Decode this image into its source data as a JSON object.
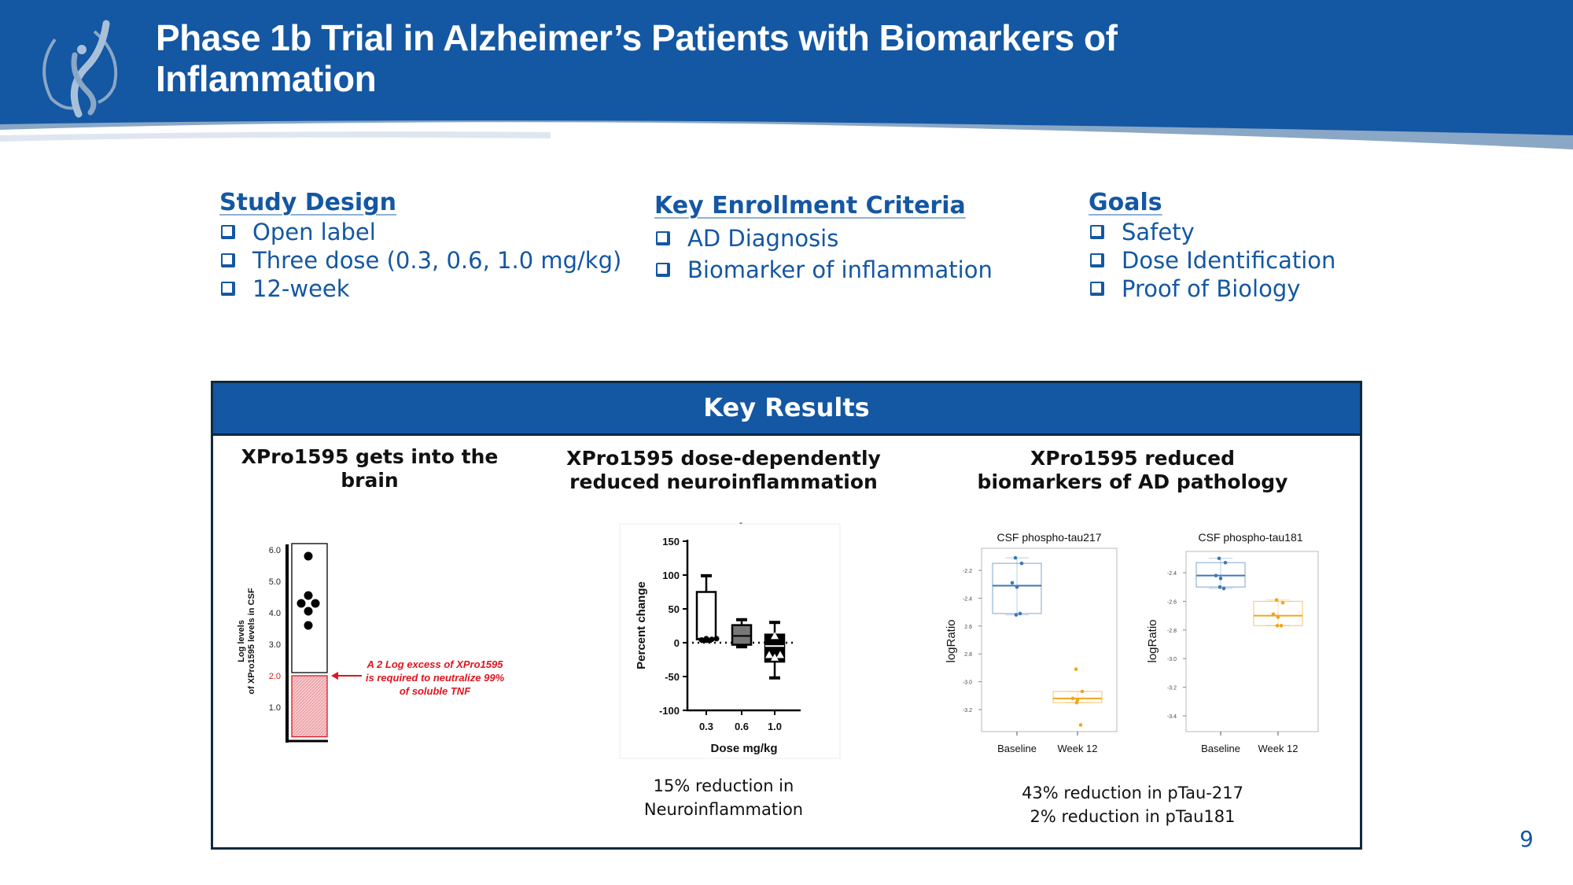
{
  "header": {
    "title_line1": "Phase 1b Trial in Alzheimer’s Patients with Biomarkers of",
    "title_line2": "Inflammation",
    "logo_icon": "figure-helix-logo-icon"
  },
  "colors": {
    "brand_blue": "#1457a3",
    "swoosh_blue": "#8aa7c6",
    "border_dark": "#0e2a3f",
    "annotation_red": "#e0141e",
    "baseline_blue": "#3d78b5",
    "week12_orange": "#f2a51a"
  },
  "columns": [
    {
      "heading": "Study Design",
      "items": [
        "Open label",
        "Three dose (0.3, 0.6, 1.0 mg/kg)",
        "12-week"
      ]
    },
    {
      "heading": "Key Enrollment Criteria",
      "items": [
        "AD Diagnosis",
        "Biomarker of inflammation"
      ]
    },
    {
      "heading": "Goals",
      "items": [
        "Safety",
        "Dose Identification",
        "Proof of Biology"
      ]
    }
  ],
  "results": {
    "heading": "Key Results",
    "panels": [
      {
        "title": "XPro1595 gets into the brain",
        "caption": ""
      },
      {
        "title_line1": "XPro1595 dose-dependently",
        "title_line2": "reduced neuroinflammation",
        "caption_line1": "15% reduction in",
        "caption_line2": "Neuroinflammation"
      },
      {
        "title_line1": "XPro1595 reduced",
        "title_line2": "biomarkers of AD pathology",
        "caption_line1": "43% reduction in pTau-217",
        "caption_line2": "2% reduction in pTau181"
      }
    ]
  },
  "chart_data": [
    {
      "type": "scatter",
      "title": "XPro1595 gets into the brain",
      "ylabel": "Log levels of XPro1595 levels in CSF",
      "ylim": [
        0,
        6.3
      ],
      "yticks": [
        "1.0",
        "2.0",
        "3.0",
        "4.0",
        "5.0",
        "6.0"
      ],
      "highlight_tick": "2.0",
      "points": [
        5.8,
        4.55,
        4.3,
        4.3,
        4.05,
        3.6
      ],
      "threshold_region": [
        0,
        2.0
      ],
      "threshold_boundary": 2.1,
      "annotation": "A 2 Log excess of XPro1595 is required to neutralize 99% of soluble TNF"
    },
    {
      "type": "box",
      "xlabel": "Dose mg/kg",
      "ylabel": "Percent change",
      "ylim": [
        -100,
        150
      ],
      "yticks": [
        "-100",
        "-50",
        "0",
        "50",
        "100",
        "150"
      ],
      "categories": [
        "0.3",
        "0.6",
        "1.0"
      ],
      "boxes": [
        {
          "name": "0.3",
          "min": 2,
          "q1": 5,
          "median": 6,
          "q3": 75,
          "max": 99,
          "fill": "#ffffff"
        },
        {
          "name": "0.6",
          "min": -6,
          "q1": -3,
          "median": 10,
          "q3": 26,
          "max": 34,
          "fill": "#777777"
        },
        {
          "name": "1.0",
          "min": -52,
          "q1": -28,
          "median": -5,
          "q3": 12,
          "max": 30,
          "fill": "#000000"
        }
      ],
      "reference_line": 0
    },
    {
      "type": "box",
      "title": "CSF phospho-tau217",
      "ylabel": "logRatio",
      "ylim": [
        -3.38,
        -2.05
      ],
      "yticks": [
        "-2.2",
        "-2.4",
        "2.6",
        "2.8",
        "-3.0",
        "-3.2"
      ],
      "ytick_values": [
        -2.2,
        -2.4,
        -2.6,
        -2.8,
        -3.0,
        -3.2
      ],
      "categories": [
        "Baseline",
        "Week 12"
      ],
      "boxes": [
        {
          "name": "Baseline",
          "min": -2.52,
          "q1": -2.51,
          "median": -2.31,
          "q3": -2.15,
          "max": -2.11,
          "points": [
            -2.11,
            -2.15,
            -2.29,
            -2.32,
            -2.52,
            -2.51
          ]
        },
        {
          "name": "Week 12",
          "min": -3.15,
          "q1": -3.15,
          "median": -3.12,
          "q3": -3.07,
          "max": -3.07,
          "points": [
            -2.91,
            -3.07,
            -3.12,
            -3.13,
            -3.15,
            -3.31
          ]
        }
      ]
    },
    {
      "type": "box",
      "title": "CSF phospho-tau181",
      "ylabel": "logRatio",
      "ylim": [
        -3.5,
        -2.28
      ],
      "yticks": [
        "-2.4",
        "-2.6",
        "-2.8",
        "-3.0",
        "-3.2",
        "-3.4"
      ],
      "ytick_values": [
        -2.4,
        -2.6,
        -2.8,
        -3.0,
        -3.2,
        -3.4
      ],
      "categories": [
        "Baseline",
        "Week 12"
      ],
      "boxes": [
        {
          "name": "Baseline",
          "min": -2.51,
          "q1": -2.5,
          "median": -2.42,
          "q3": -2.33,
          "max": -2.3,
          "points": [
            -2.3,
            -2.33,
            -2.42,
            -2.44,
            -2.5,
            -2.51
          ]
        },
        {
          "name": "Week 12",
          "min": -2.77,
          "q1": -2.77,
          "median": -2.7,
          "q3": -2.6,
          "max": -2.59,
          "points": [
            -2.59,
            -2.61,
            -2.69,
            -2.71,
            -2.77,
            -2.77
          ]
        }
      ]
    }
  ],
  "page_number": "9"
}
